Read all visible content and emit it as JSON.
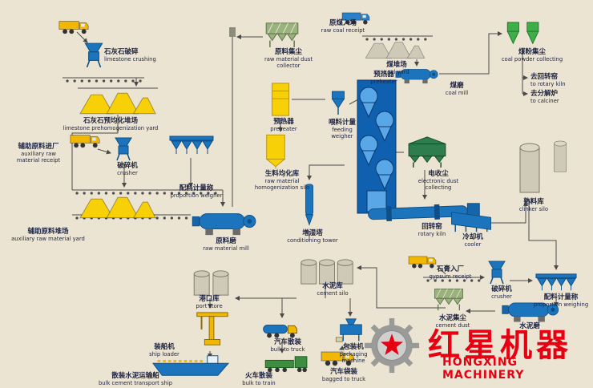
{
  "palette": {
    "background": "#ece4d2",
    "equipment_blue": "#1c75bc",
    "silo_yellow": "#f7d008",
    "collector_green": "#3fae49",
    "truck_yellow": "#f2b705",
    "silo_gray": "#cfc9b8",
    "line_gray": "#4a4a4a",
    "logo_red": "#e60012"
  },
  "logo": {
    "cn": "红星机器",
    "en": "HONGXING MACHINERY",
    "icon": "gear-star-logo"
  },
  "nodes": [
    {
      "id": "limestone-crushing",
      "cn": "石灰石破碎",
      "en": "limestone crushing",
      "icon": "crusher-icon"
    },
    {
      "id": "raw-coal-receipt",
      "cn": "原煤入场",
      "en": "raw coal receipt",
      "icon": "truck-icon"
    },
    {
      "id": "raw-material-dust-collector",
      "cn": "原料集尘",
      "en": "raw material dust collector",
      "icon": "dust-collector-icon"
    },
    {
      "id": "coal-yard",
      "cn": "煤堆场",
      "en": "coal yard",
      "icon": "stockpile-icon"
    },
    {
      "id": "coal-powder-collecting",
      "cn": "煤粉集尘",
      "en": "coal powder collecting",
      "icon": "cyclone-collector-icon"
    },
    {
      "id": "coal-mill",
      "cn": "煤磨",
      "en": "coal mill",
      "icon": "mill-icon"
    },
    {
      "id": "to-rotary-kiln",
      "cn": "去回转窑",
      "en": "to rotary kiln",
      "icon": "arrow-right-icon"
    },
    {
      "id": "to-calciner",
      "cn": "去分解炉",
      "en": "to calciner",
      "icon": "arrow-right-icon"
    },
    {
      "id": "limestone-prehomogenization-yard",
      "cn": "石灰石预均化堆场",
      "en": "limestone prehomogenization yard",
      "icon": "stockpile-icon"
    },
    {
      "id": "preheater-small",
      "cn": "预热器",
      "en": "preheater",
      "icon": "yellow-tower-icon"
    },
    {
      "id": "feeding-weigher",
      "cn": "喂料计量",
      "en": "feeding weigher",
      "icon": "weigher-icon"
    },
    {
      "id": "preheater-tower",
      "cn": "预热器",
      "en": "preheater",
      "icon": "preheater-tower-icon"
    },
    {
      "id": "auxiliary-raw-material-receipt",
      "cn": "辅助原料进厂",
      "en": "auxiliary raw material receipt",
      "icon": "truck-icon"
    },
    {
      "id": "crusher-2",
      "cn": "破碎机",
      "en": "crusher",
      "icon": "crusher-icon"
    },
    {
      "id": "raw-material-homogenization-silo",
      "cn": "生料均化库",
      "en": "raw material homogenization silo",
      "icon": "yellow-silo-icon"
    },
    {
      "id": "electronic-dust-collecting",
      "cn": "电收尘",
      "en": "electronic dust collecting",
      "icon": "esp-icon"
    },
    {
      "id": "proportion-weigher",
      "cn": "配料计量称",
      "en": "proportion weigher",
      "icon": "hopper-row-icon"
    },
    {
      "id": "clinker-silo",
      "cn": "熟料库",
      "en": "clinker silo",
      "icon": "gray-silo-icon"
    },
    {
      "id": "auxiliary-raw-material-yard",
      "cn": "辅助原料堆场",
      "en": "auxiliary raw material yard",
      "icon": "stockpile-icon"
    },
    {
      "id": "raw-material-mill",
      "cn": "原料磨",
      "en": "raw material mill",
      "icon": "mill-icon"
    },
    {
      "id": "conditioning-tower",
      "cn": "增湿塔",
      "en": "conditioning tower",
      "icon": "tower-icon"
    },
    {
      "id": "rotary-kiln",
      "cn": "回转窑",
      "en": "rotary kiln",
      "icon": "kiln-icon"
    },
    {
      "id": "cooler",
      "cn": "冷却机",
      "en": "cooler",
      "icon": "cooler-icon"
    },
    {
      "id": "gypsum-receipt",
      "cn": "石膏入厂",
      "en": "gypsum receipt",
      "icon": "truck-icon"
    },
    {
      "id": "crusher-3",
      "cn": "破碎机",
      "en": "crusher",
      "icon": "crusher-icon"
    },
    {
      "id": "proportion-weighing",
      "cn": "配料计量称",
      "en": "proportion weighing",
      "icon": "hopper-row-icon"
    },
    {
      "id": "cement-mill",
      "cn": "水泥磨",
      "en": "",
      "icon": "mill-icon"
    },
    {
      "id": "cement-dust",
      "cn": "水泥集尘",
      "en": "cement dust",
      "icon": "dust-collector-icon"
    },
    {
      "id": "cement-silo",
      "cn": "水泥库",
      "en": "cement silo",
      "icon": "silo-group-icon"
    },
    {
      "id": "port-store",
      "cn": "港口库",
      "en": "port store",
      "icon": "silo-group-icon"
    },
    {
      "id": "ship-loader",
      "cn": "装船机",
      "en": "ship loader",
      "icon": "crane-icon"
    },
    {
      "id": "bulk-to-truck",
      "cn": "汽车散装",
      "en": "bulk to truck",
      "icon": "tank-truck-icon"
    },
    {
      "id": "packaging-machine",
      "cn": "包装机",
      "en": "packaging machine",
      "icon": "packer-icon"
    },
    {
      "id": "bulk-cement-transport-ship",
      "cn": "散装水泥运输船",
      "en": "bulk cement transport ship",
      "icon": "ship-icon"
    },
    {
      "id": "bulk-to-train",
      "cn": "火车散装",
      "en": "bulk to train",
      "icon": "train-icon"
    },
    {
      "id": "bagged-to-truck",
      "cn": "汽车袋装",
      "en": "bagged to truck",
      "icon": "truck-icon"
    }
  ]
}
